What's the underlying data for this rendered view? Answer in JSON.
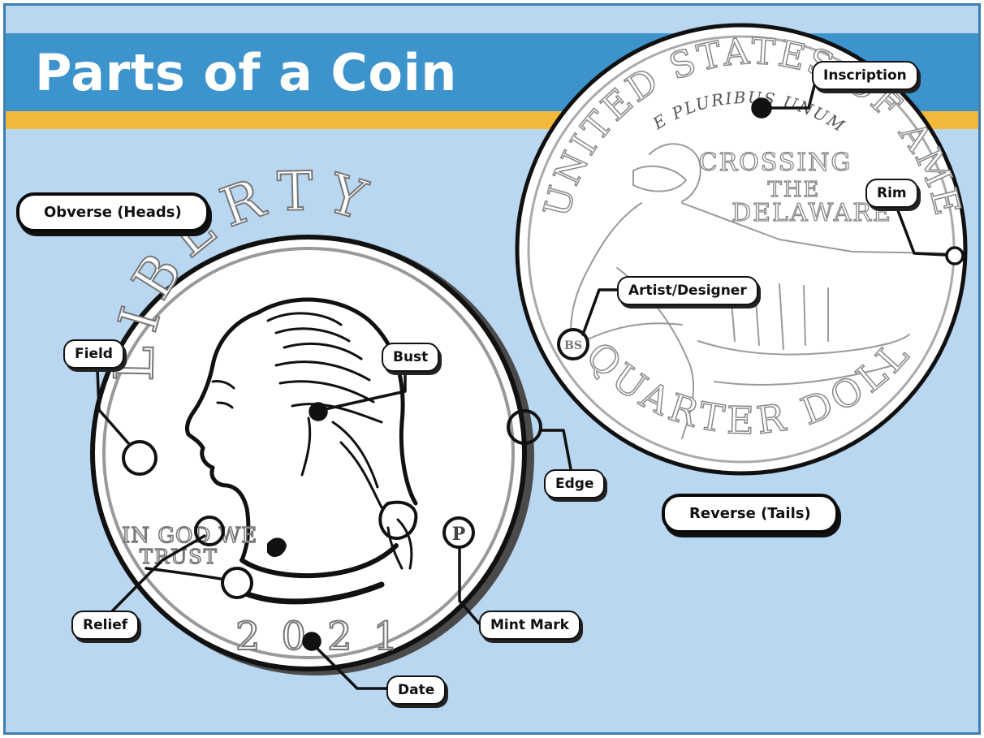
{
  "title": "Parts of a Coin",
  "headings": {
    "obverse": "Obverse (Heads)",
    "reverse": "Reverse (Tails)"
  },
  "labels": {
    "field": "Field",
    "bust": "Bust",
    "edge": "Edge",
    "relief": "Relief",
    "mint_mark": "Mint Mark",
    "date": "Date",
    "inscription": "Inscription",
    "rim": "Rim",
    "artist_designer": "Artist/Designer"
  },
  "obverse_coin": {
    "legend": "LIBERTY",
    "motto_line1": "IN GOD WE",
    "motto_line2": "TRUST",
    "year": "2021",
    "mint_letter": "P"
  },
  "reverse_coin": {
    "country": "UNITED STATES OF AMERICA",
    "motto": "E PLURIBUS UNUM",
    "theme_line1": "CROSSING",
    "theme_line2": "THE",
    "theme_line3": "DELAWARE",
    "denomination": "QUARTER DOLLAR",
    "initials": "BS"
  },
  "colors": {
    "background": "#b9d7f0",
    "title_bar": "#3d93cc",
    "accent_stripe": "#f2b93b",
    "frame": "#3f7fb0"
  }
}
